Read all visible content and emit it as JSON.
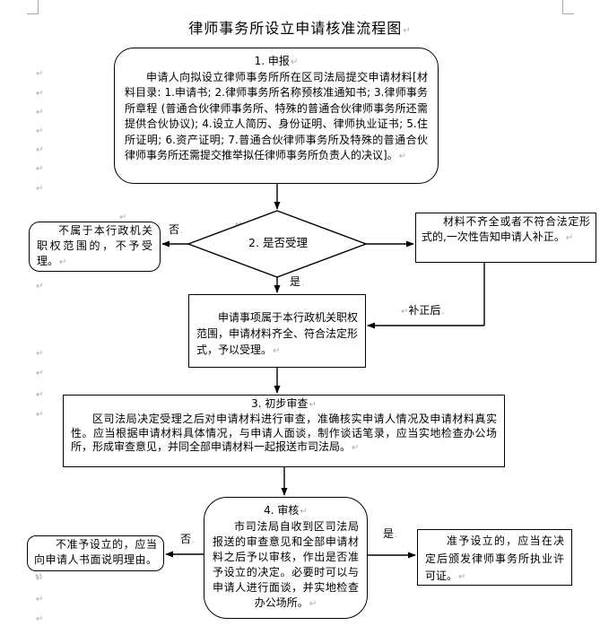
{
  "document": {
    "title": "律师事务所设立申请核准流程图"
  },
  "flowchart": {
    "step1": {
      "heading": "1. 申报",
      "body": "申请人向拟设立律师事务所所在区司法局提交申请材料[材料目录: 1.申请书; 2.律师事务所名称预核准通知书; 3.律师事务所章程 (普通合伙律师事务所、特殊的普通合伙律师事务所还需提供合伙协议); 4.设立人简历、身份证明、律师执业证书; 5.住所证明; 6.资产证明; 7.普通合伙律师事务所及特殊的普通合伙律师事务所还需提交推举拟任律师事务所负责人的决议]。"
    },
    "decision": {
      "heading": "2. 是否受理"
    },
    "reject_box": {
      "text": "不属于本行政机关职权范围的，不予受理。"
    },
    "supplement_box": {
      "text": "材料不齐全或者不符合法定形式的,一次性告知申请人补正。"
    },
    "accept_box": {
      "text": "申请事项属于本行政机关职权范围，申请材料齐全、符合法定形式，予以受理。"
    },
    "step3": {
      "heading": "3. 初步审查",
      "body": "区司法局决定受理之后对申请材料进行审查，准确核实申请人情况及申请材料真实性。应当根据申请材料具体情况，与申请人面谈，制作谈话笔录，应当实地检查办公场所，形成审查意见，并同全部申请材料一起报送市司法局。"
    },
    "step4": {
      "heading": "4. 审核",
      "body": "市司法局自收到区司法局报送的审查意见和全部申请材料之后予以审核，作出是否准予设立的决定。必要时可以与申请人进行面谈，并实地检查办公场所。"
    },
    "deny_box": {
      "text": "不准予设立的，应当向申请人书面说明理由。"
    },
    "grant_box": {
      "text": "准予设立的，应当在决定后颁发律师事务所执业许可证。"
    },
    "edge_labels": {
      "no_top": "否",
      "yes_top": "是",
      "after_correction": "补正后",
      "no_bottom": "否",
      "yes_bottom": "是"
    }
  },
  "formatting": {
    "return_mark": "↵",
    "space_mark": "."
  },
  "colors": {
    "line": "#000000",
    "text": "#000000",
    "formatting_mark": "#a9a9a9",
    "page_bg": "#ffffff"
  }
}
